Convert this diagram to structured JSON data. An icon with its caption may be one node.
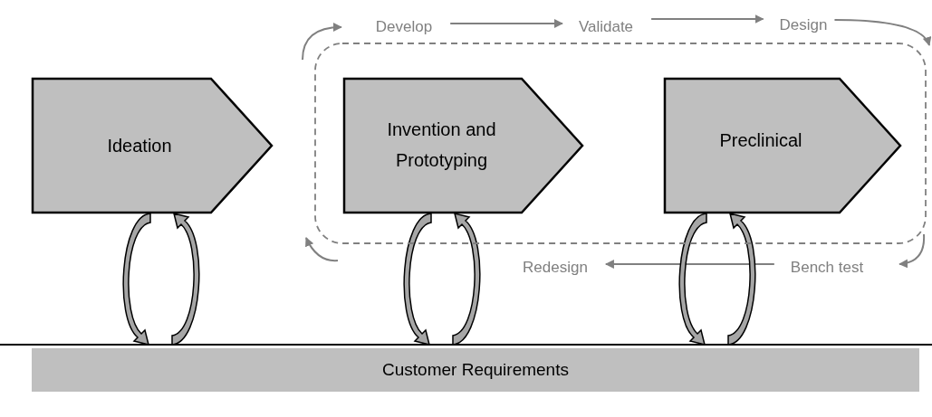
{
  "diagram": {
    "nodes": [
      {
        "text": [
          "Ideation"
        ]
      },
      {
        "text": [],
        "shape": "box"
      },
      {
        "text": [
          "Invention and Prototyping"
        ],
        "in": 1
      },
      {
        "text": [
          "Preclinical"
        ],
        "in": 1
      },
      {
        "text": [
          "Develop"
        ]
      },
      {
        "text": [
          "Validate"
        ]
      },
      {
        "text": [
          "Design"
        ]
      },
      {
        "text": [
          "Redesign"
        ]
      },
      {
        "text": [
          "Bench test"
        ]
      },
      {
        "text": [
          "Customer Requirements"
        ]
      }
    ],
    "edges": [
      {
        "from": 4,
        "to": 5,
        "arrow": "to"
      },
      {
        "from": 5,
        "to": 6,
        "arrow": "to"
      },
      {
        "from": 8,
        "to": 7,
        "arrow": "to"
      },
      {
        "from": 6,
        "to": 1,
        "arrow": "to"
      },
      {
        "from": 1,
        "to": 8,
        "arrow": "to"
      },
      {
        "from": null,
        "to": 1,
        "arrow": "to"
      },
      {
        "from": null,
        "to": 4,
        "arrow": "to"
      },
      {
        "from": 0,
        "to": 9,
        "arrow": "to",
        "style": "thick"
      },
      {
        "from": 9,
        "to": 0,
        "arrow": "to",
        "style": "thick"
      },
      {
        "from": 2,
        "to": 9,
        "arrow": "to",
        "style": "thick"
      },
      {
        "from": 9,
        "to": 2,
        "arrow": "to",
        "style": "thick"
      },
      {
        "from": 3,
        "to": 9,
        "arrow": "to",
        "style": "thick"
      },
      {
        "from": 9,
        "to": 3,
        "arrow": "to",
        "style": "thick"
      }
    ]
  }
}
